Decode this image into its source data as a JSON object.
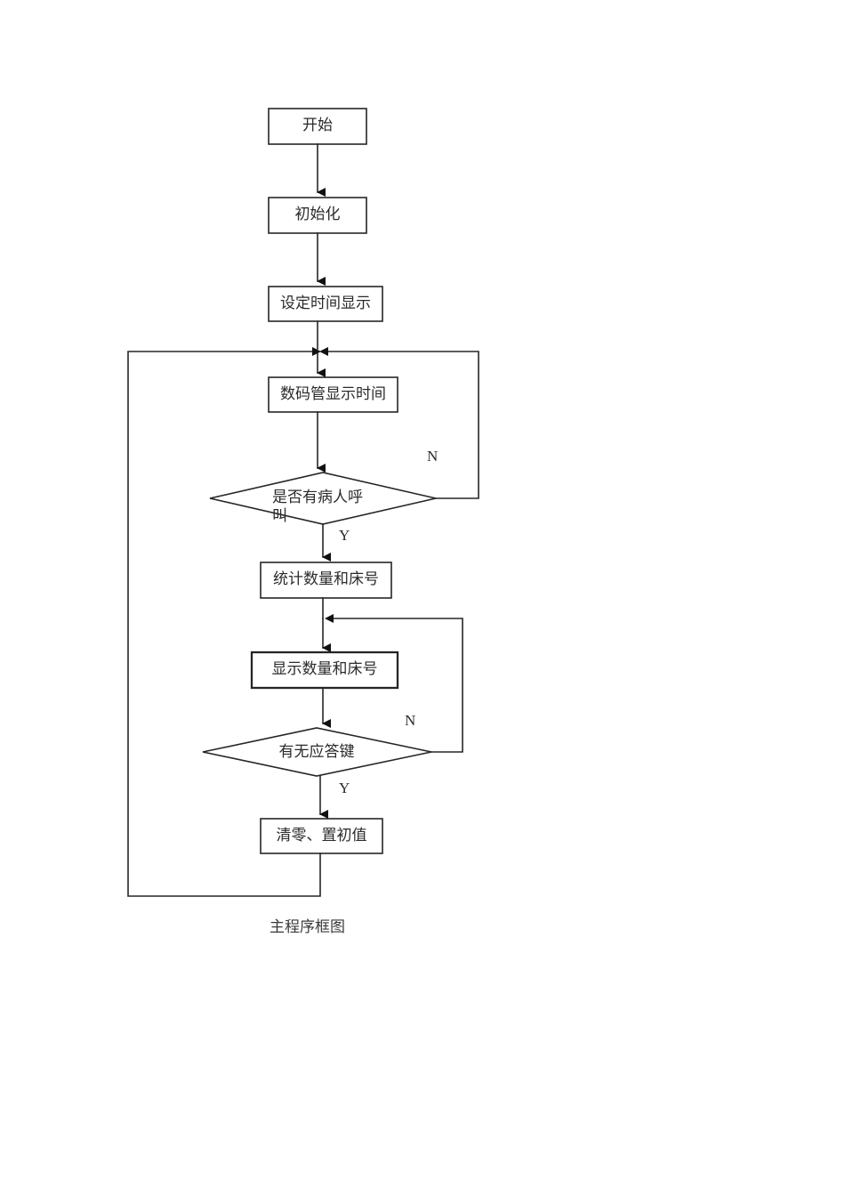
{
  "diagram": {
    "title": "主程序框图",
    "caption": "主程序框图",
    "type": "flowchart",
    "colors": {
      "stroke": "#262626",
      "text": "#2b2b2b",
      "background": "#ffffff"
    },
    "nodes": [
      {
        "id": "start",
        "shape": "process",
        "label": "开始"
      },
      {
        "id": "init",
        "shape": "process",
        "label": "初始化"
      },
      {
        "id": "set-time",
        "shape": "process",
        "label": "设定时间显示"
      },
      {
        "id": "show-time",
        "shape": "process",
        "label": "数码管显示时间"
      },
      {
        "id": "has-call",
        "shape": "decision",
        "label": "是否有病人呼叫"
      },
      {
        "id": "count-bed",
        "shape": "process",
        "label": "统计数量和床号"
      },
      {
        "id": "display-bed",
        "shape": "process",
        "label": "显示数量和床号"
      },
      {
        "id": "has-ack-key",
        "shape": "decision",
        "label": "有无应答键"
      },
      {
        "id": "clear-reset",
        "shape": "process",
        "label": "清零、置初值"
      }
    ],
    "edge_labels": [
      {
        "id": "call-no",
        "text": "N",
        "from": "has-call",
        "to": "show-time"
      },
      {
        "id": "call-yes",
        "text": "Y",
        "from": "has-call",
        "to": "count-bed"
      },
      {
        "id": "ack-no",
        "text": "N",
        "from": "has-ack-key",
        "to": "display-bed"
      },
      {
        "id": "ack-yes",
        "text": "Y",
        "from": "has-ack-key",
        "to": "clear-reset"
      }
    ]
  }
}
